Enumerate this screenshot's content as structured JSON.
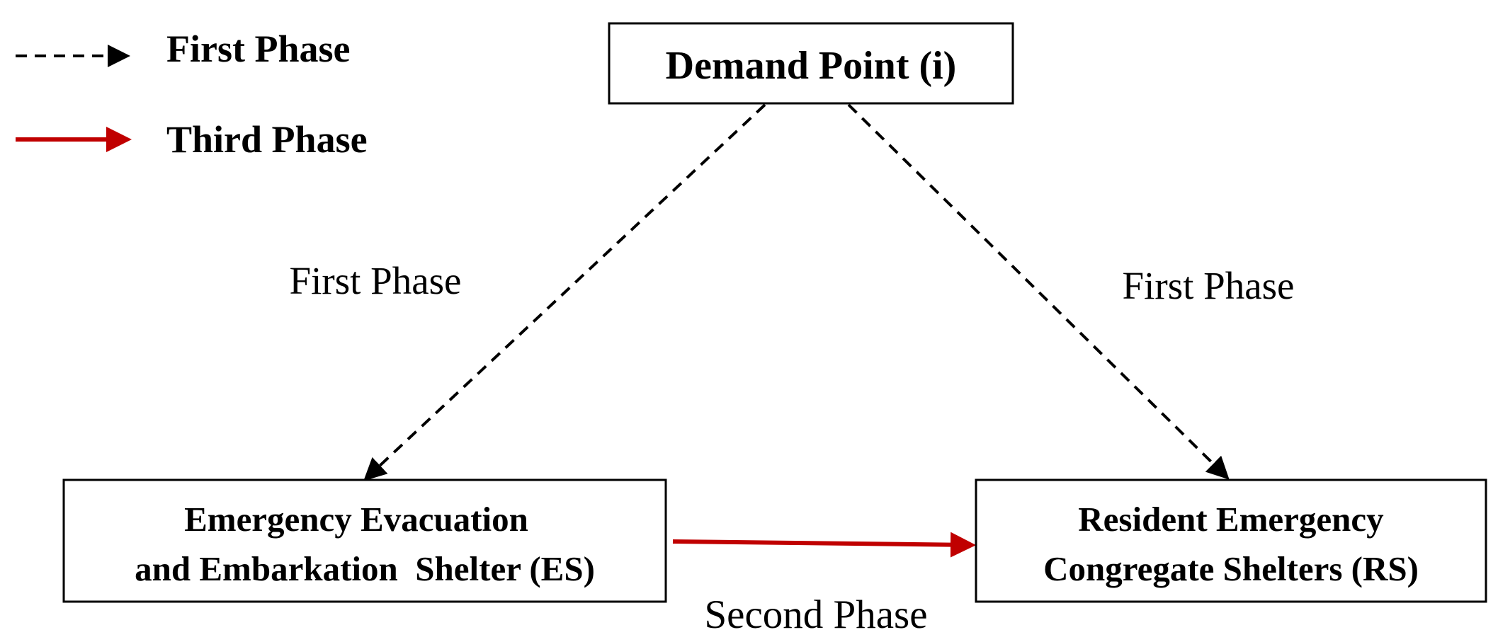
{
  "legend": {
    "items": [
      {
        "label": "First Phase",
        "style": "dashed",
        "color": "#000000"
      },
      {
        "label": "Third Phase",
        "style": "solid",
        "color": "#c00000"
      }
    ]
  },
  "nodes": {
    "demand_point": {
      "lines": [
        "Demand Point (i)"
      ]
    },
    "es": {
      "lines": [
        "Emergency Evacuation",
        "and Embarkation  Shelter (ES)"
      ]
    },
    "rs": {
      "lines": [
        "Resident Emergency",
        "Congregate Shelters (RS)"
      ]
    }
  },
  "edges": {
    "demand_to_es": {
      "label": "First Phase",
      "style": "dashed",
      "color": "#000000"
    },
    "demand_to_rs": {
      "label": "First Phase",
      "style": "dashed",
      "color": "#000000"
    },
    "es_to_rs": {
      "label": "Second Phase",
      "style": "solid",
      "color": "#c00000"
    }
  }
}
